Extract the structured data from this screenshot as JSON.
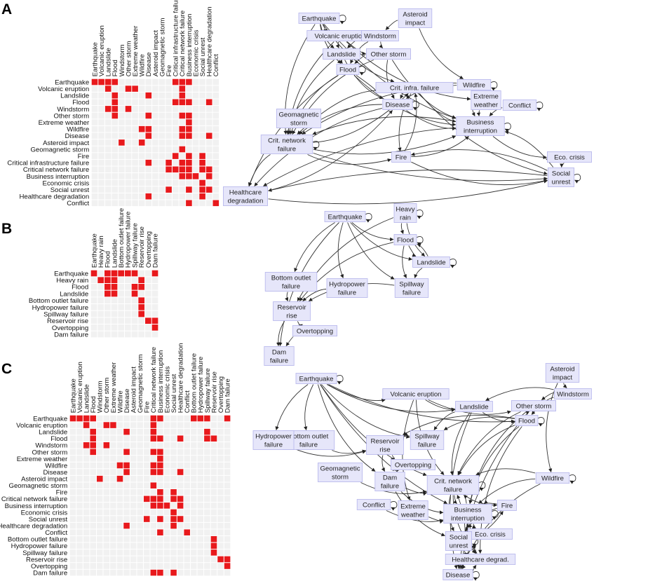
{
  "panels": [
    "A",
    "B",
    "C"
  ],
  "colors": {
    "on": "#e8191c",
    "off": "#f1f1f1",
    "grid": "#ffffff",
    "node_fill": "#e6e6fa",
    "node_stroke": "#b4b4ec",
    "edge": "#333333"
  },
  "matrices": [
    {
      "labels": [
        "Earthquake",
        "Volcanic eruption",
        "Landslide",
        "Flood",
        "Windstorm",
        "Other storm",
        "Extreme weather",
        "Wildfire",
        "Disease",
        "Asteroid impact",
        "Geomagnetic storm",
        "Fire",
        "Critical infrastructure failure",
        "Critical network failure",
        "Business interruption",
        "Economic crisis",
        "Social unrest",
        "Healthcare degradation",
        "Conflict"
      ],
      "links": [
        [
          0,
          1,
          2,
          3,
          12,
          13,
          14
        ],
        [
          2,
          5,
          6,
          13
        ],
        [
          3,
          8,
          13
        ],
        [
          3,
          12,
          13,
          14,
          17
        ],
        [
          2,
          3,
          5
        ],
        [
          3,
          8,
          13,
          14
        ],
        [
          14
        ],
        [
          7,
          8,
          13,
          14
        ],
        [
          8,
          13,
          14,
          17
        ],
        [
          4,
          7
        ],
        [
          13
        ],
        [
          12,
          14,
          16
        ],
        [
          8,
          11,
          13,
          14,
          16
        ],
        [
          11,
          12,
          13,
          14,
          16,
          17
        ],
        [
          13,
          14,
          15,
          17
        ],
        [
          16
        ],
        [
          11,
          14,
          16,
          17
        ],
        [
          8,
          16
        ],
        [
          14,
          18
        ]
      ]
    },
    {
      "labels": [
        "Earthquake",
        "Heavy rain",
        "Flood",
        "Landslide",
        "Bottom outlet failure",
        "Hydropower failure",
        "Spillway failure",
        "Reservoir rise",
        "Overtopping",
        "Dam failure"
      ],
      "links": [
        [
          0,
          2,
          3,
          4,
          5,
          6,
          9
        ],
        [
          1,
          2,
          3,
          7
        ],
        [
          2,
          3,
          6,
          7
        ],
        [
          2,
          3,
          6
        ],
        [
          7
        ],
        [
          7
        ],
        [
          7
        ],
        [
          8,
          9
        ],
        [
          9
        ],
        []
      ]
    },
    {
      "labels": [
        "Earthquake",
        "Volcanic eruption",
        "Landslide",
        "Flood",
        "Windstorm",
        "Other storm",
        "Extreme weather",
        "Wildfire",
        "Disease",
        "Asteroid impact",
        "Geomagnetic storm",
        "Fire",
        "Critical network failure",
        "Business interruption",
        "Economic crisis",
        "Social unrest",
        "Healthcare degradation",
        "Conflict",
        "Bottom outlet failure",
        "Hydropower failure",
        "Spillway failure",
        "Reservoir rise",
        "Overtopping",
        "Dam failure"
      ],
      "links": [
        [
          0,
          1,
          2,
          3,
          12,
          13,
          18,
          19,
          20,
          23
        ],
        [
          2,
          5,
          6,
          12
        ],
        [
          3,
          8,
          12,
          20
        ],
        [
          3,
          12,
          13,
          16,
          20,
          21
        ],
        [
          2,
          3,
          5
        ],
        [
          3,
          8,
          12,
          13
        ],
        [
          13
        ],
        [
          7,
          8,
          12,
          13
        ],
        [
          8,
          12,
          13,
          16
        ],
        [
          4,
          7
        ],
        [
          12
        ],
        [
          13,
          15
        ],
        [
          11,
          12,
          13,
          15,
          16
        ],
        [
          12,
          13,
          14,
          16
        ],
        [
          15
        ],
        [
          11,
          13,
          15,
          16
        ],
        [
          8,
          15
        ],
        [
          13,
          17
        ],
        [
          21
        ],
        [
          21
        ],
        [
          21
        ],
        [
          22,
          23
        ],
        [
          23
        ],
        [
          12,
          13,
          15
        ]
      ]
    }
  ],
  "graphs": [
    {
      "nodes": [
        {
          "lines": [
            "Earthquake"
          ]
        },
        {
          "lines": [
            "Volcanic eruption"
          ]
        },
        {
          "lines": [
            "Landslide"
          ]
        },
        {
          "lines": [
            "Flood"
          ]
        },
        {
          "lines": [
            "Windstorm"
          ]
        },
        {
          "lines": [
            "Other storm"
          ]
        },
        {
          "lines": [
            "Extreme",
            "weather"
          ]
        },
        {
          "lines": [
            "Wildfire"
          ]
        },
        {
          "lines": [
            "Disease"
          ]
        },
        {
          "lines": [
            "Asteroid",
            "impact"
          ]
        },
        {
          "lines": [
            "Geomagnetic",
            "storm"
          ]
        },
        {
          "lines": [
            "Fire"
          ]
        },
        {
          "lines": [
            "Crit. infra. failure"
          ]
        },
        {
          "lines": [
            "Crit. network",
            "failure"
          ]
        },
        {
          "lines": [
            "Business",
            "interruption"
          ]
        },
        {
          "lines": [
            "Eco. crisis"
          ]
        },
        {
          "lines": [
            "Social",
            "unrest"
          ]
        },
        {
          "lines": [
            "Healthcare",
            "degradation"
          ]
        },
        {
          "lines": [
            "Conflict"
          ]
        }
      ]
    },
    {
      "nodes": [
        {
          "lines": [
            "Earthquake"
          ]
        },
        {
          "lines": [
            "Heavy",
            "rain"
          ]
        },
        {
          "lines": [
            "Flood"
          ]
        },
        {
          "lines": [
            "Landslide"
          ]
        },
        {
          "lines": [
            "Bottom outlet",
            "failure"
          ]
        },
        {
          "lines": [
            "Hydropower",
            "failure"
          ]
        },
        {
          "lines": [
            "Spillway",
            "failure"
          ]
        },
        {
          "lines": [
            "Reservoir",
            "rise"
          ]
        },
        {
          "lines": [
            "Overtopping"
          ]
        },
        {
          "lines": [
            "Dam",
            "failure"
          ]
        }
      ]
    },
    {
      "nodes": [
        {
          "lines": [
            "Earthquake"
          ]
        },
        {
          "lines": [
            "Volcanic eruption"
          ]
        },
        {
          "lines": [
            "Landslide"
          ]
        },
        {
          "lines": [
            "Flood"
          ]
        },
        {
          "lines": [
            "Windstorm"
          ]
        },
        {
          "lines": [
            "Other storm"
          ]
        },
        {
          "lines": [
            "Extreme",
            "weather"
          ]
        },
        {
          "lines": [
            "Wildfire"
          ]
        },
        {
          "lines": [
            "Disease"
          ]
        },
        {
          "lines": [
            "Asteroid",
            "impact"
          ]
        },
        {
          "lines": [
            "Geomagnetic",
            "storm"
          ]
        },
        {
          "lines": [
            "Fire"
          ]
        },
        {
          "lines": [
            "Crit. network",
            "failure"
          ]
        },
        {
          "lines": [
            "Business",
            "interruption"
          ]
        },
        {
          "lines": [
            "Eco. crisis"
          ]
        },
        {
          "lines": [
            "Social",
            "unrest"
          ]
        },
        {
          "lines": [
            "Healthcare degrad."
          ]
        },
        {
          "lines": [
            "Conflict"
          ]
        },
        {
          "lines": [
            "Bottom outlet",
            "failure"
          ]
        },
        {
          "lines": [
            "Hydropower",
            "failure"
          ]
        },
        {
          "lines": [
            "Spillway",
            "failure"
          ]
        },
        {
          "lines": [
            "Reservoir",
            "rise"
          ]
        },
        {
          "lines": [
            "Overtopping"
          ]
        },
        {
          "lines": [
            "Dam",
            "failure"
          ]
        }
      ]
    }
  ]
}
